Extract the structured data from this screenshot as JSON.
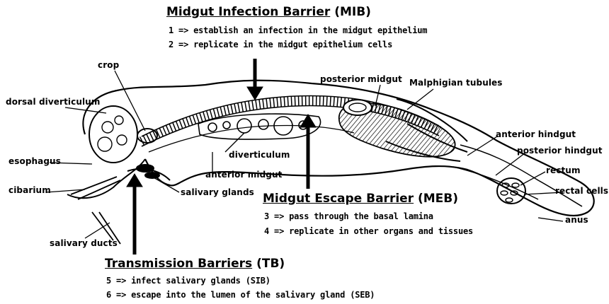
{
  "mib": {
    "title": "Midgut Infection Barrier",
    "abbr": "(MIB)",
    "steps": [
      "1 => establish an infection in the midgut epithelium",
      "2 => replicate in the midgut epithelium cells"
    ]
  },
  "meb": {
    "title": "Midgut Escape Barrier",
    "abbr": "(MEB)",
    "steps": [
      "3 => pass through the basal lamina",
      "4 => replicate in other organs and tissues"
    ]
  },
  "tb": {
    "title": "Transmission Barriers",
    "abbr": "(TB)",
    "steps": [
      "5 => infect salivary glands (SIB)",
      "6 => escape into the lumen of the salivary gland (SEB)"
    ]
  },
  "labels": {
    "crop": "crop",
    "dorsal_diverticulum": "dorsal diverticulum",
    "esophagus": "esophagus",
    "cibarium": "cibarium",
    "salivary_ducts": "salivary ducts",
    "salivary_glands": "salivary glands",
    "anterior_midgut": "anterior midgut",
    "diverticulum": "diverticulum",
    "posterior_midgut": "posterior midgut",
    "malphigian_tubules": "Malphigian tubules",
    "anterior_hindgut": "anterior hindgut",
    "posterior_hindgut": "posterior hindgut",
    "rectum": "rectum",
    "rectal_cells": "rectal cells",
    "anus": "anus"
  }
}
